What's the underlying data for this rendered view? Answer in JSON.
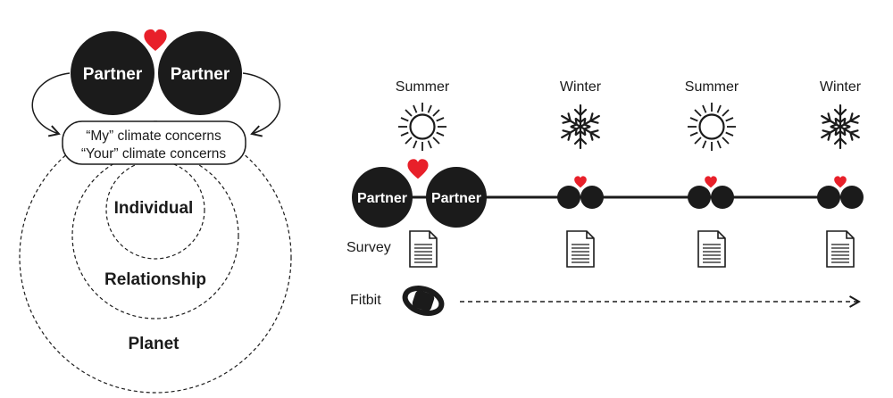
{
  "left_panel": {
    "partner_a": "Partner",
    "partner_b": "Partner",
    "concerns_my": "“My” climate concerns",
    "concerns_your": "“Your” climate concerns",
    "ring_individual": "Individual",
    "ring_relationship": "Relationship",
    "ring_planet": "Planet"
  },
  "right_panel": {
    "seasons": [
      {
        "label": "Summer",
        "icon": "sun-icon"
      },
      {
        "label": "Winter",
        "icon": "snowflake-icon"
      },
      {
        "label": "Summer",
        "icon": "sun-icon"
      },
      {
        "label": "Winter",
        "icon": "snowflake-icon"
      }
    ],
    "timeline_partner_a": "Partner",
    "timeline_partner_b": "Partner",
    "survey_label": "Survey",
    "fitbit_label": "Fitbit"
  },
  "colors": {
    "dark": "#1b1b1b",
    "heart": "#e8202a",
    "background": "#ffffff"
  }
}
